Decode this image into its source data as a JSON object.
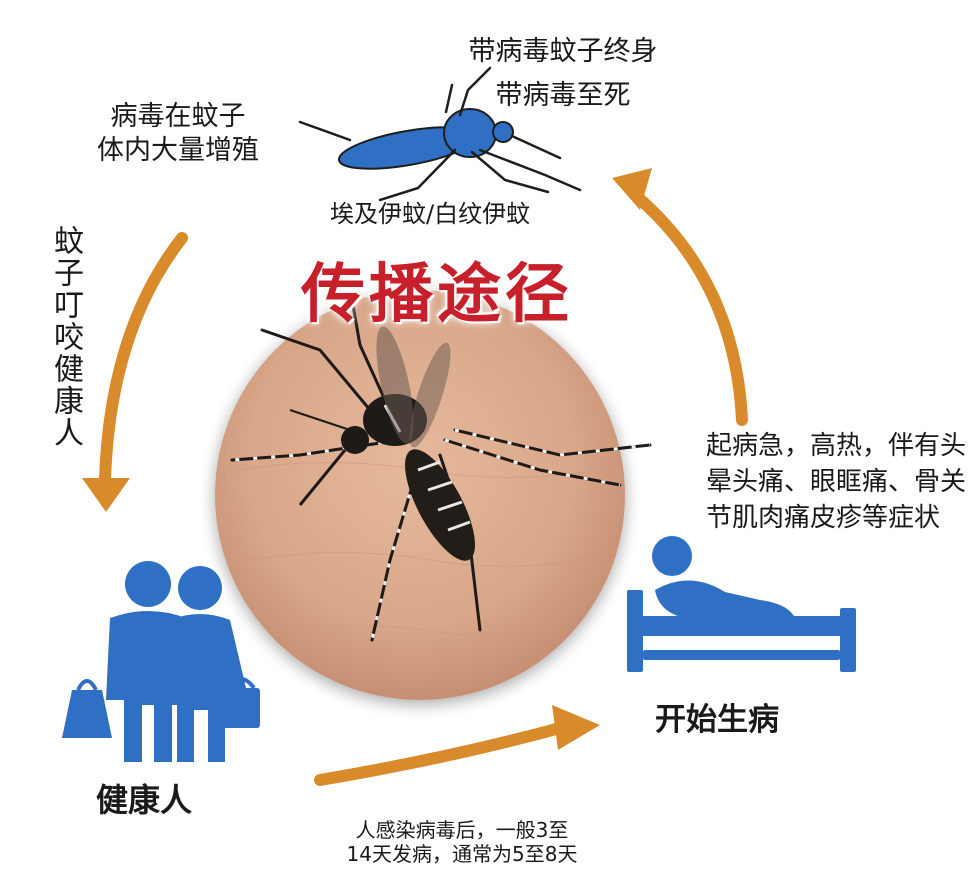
{
  "diagram": {
    "title": "传播途径",
    "top_text": [
      "带病毒蚊子终身",
      "带病毒至死"
    ],
    "multiply_text": [
      "病毒在蚊子",
      "体内大量增殖"
    ],
    "species_text": "埃及伊蚊/白纹伊蚊",
    "bite_text": "蚊子叮咬健康人",
    "symptoms_text": "起病急，高热，伴有头晕头痛、眼眶痛、骨关节肌肉痛皮疹等症状",
    "sick_label": "开始生病",
    "healthy_label": "健康人",
    "incubation_text": [
      "人感染病毒后，一般3至",
      "14天发病，通常为5至8天"
    ]
  },
  "colors": {
    "arrow": "#d98a2b",
    "icon": "#2f6fc4",
    "title": "#c8202b",
    "skin": "#d9a789",
    "text": "#1a1a1a"
  },
  "icons": [
    "mosquito-icon",
    "mosquito-photo",
    "healthy-couple-icon",
    "sick-in-bed-icon",
    "cycle-arrow-icon"
  ]
}
